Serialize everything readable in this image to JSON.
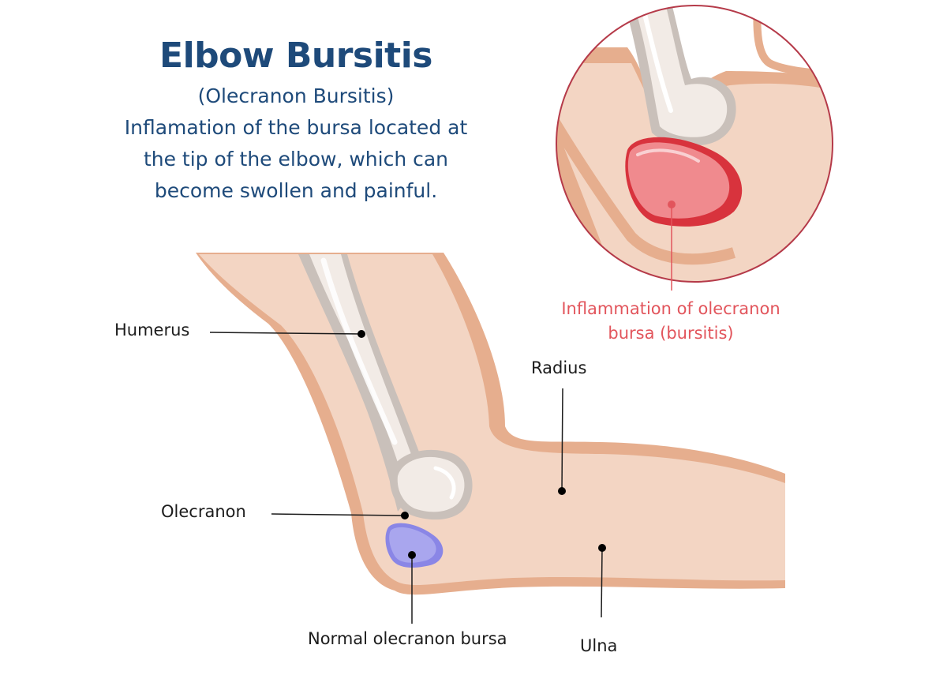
{
  "header": {
    "title": "Elbow Bursitis",
    "subtitle": "(Olecranon Bursitis)",
    "description_lines": [
      "Inflamation of the bursa located at",
      "the tip of the elbow, which can",
      "become swollen and painful."
    ]
  },
  "labels": {
    "humerus": "Humerus",
    "radius": "Radius",
    "olecranon": "Olecranon",
    "normal_bursa": "Normal olecranon bursa",
    "ulna": "Ulna",
    "inflammation_line1": "Inflammation of olecranon",
    "inflammation_line2": "bursa (bursitis)"
  },
  "colors": {
    "title": "#1e4a7a",
    "skin": "#f3d5c3",
    "skin_outline": "#e6ae8e",
    "bone": "#f2ebe6",
    "bone_outline": "#c9c0ba",
    "bursa_normal": "#a9a6ee",
    "bursa_inflamed": "#f08a8e",
    "zoom_circle": "#b53a49",
    "callout_red": "#e2555c"
  }
}
